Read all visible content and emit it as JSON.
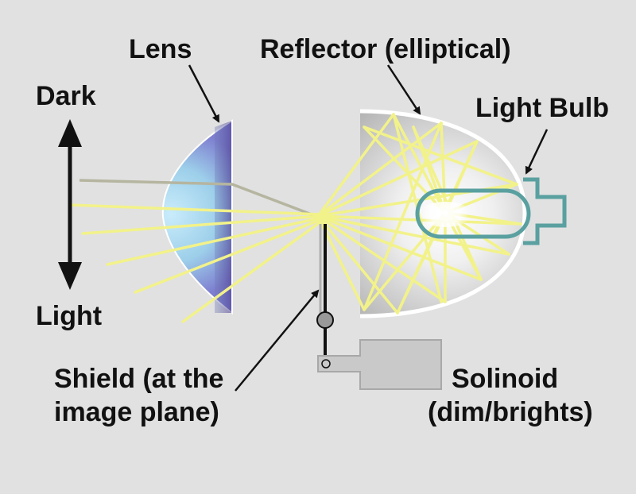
{
  "labels": {
    "lens": "Lens",
    "reflector": "Reflector (elliptical)",
    "dark": "Dark",
    "light": "Light",
    "bulb": "Light Bulb",
    "shield_line1": "Shield (at the",
    "shield_line2": "image plane)",
    "solenoid_line1": "Solinoid",
    "solenoid_line2": "(dim/brights)"
  },
  "colors": {
    "background": "#e1e1e1",
    "ray": "#f2f28a",
    "bulb_outline": "#5aa0a0",
    "solenoid": "#c9c9c9",
    "text": "#111111"
  }
}
